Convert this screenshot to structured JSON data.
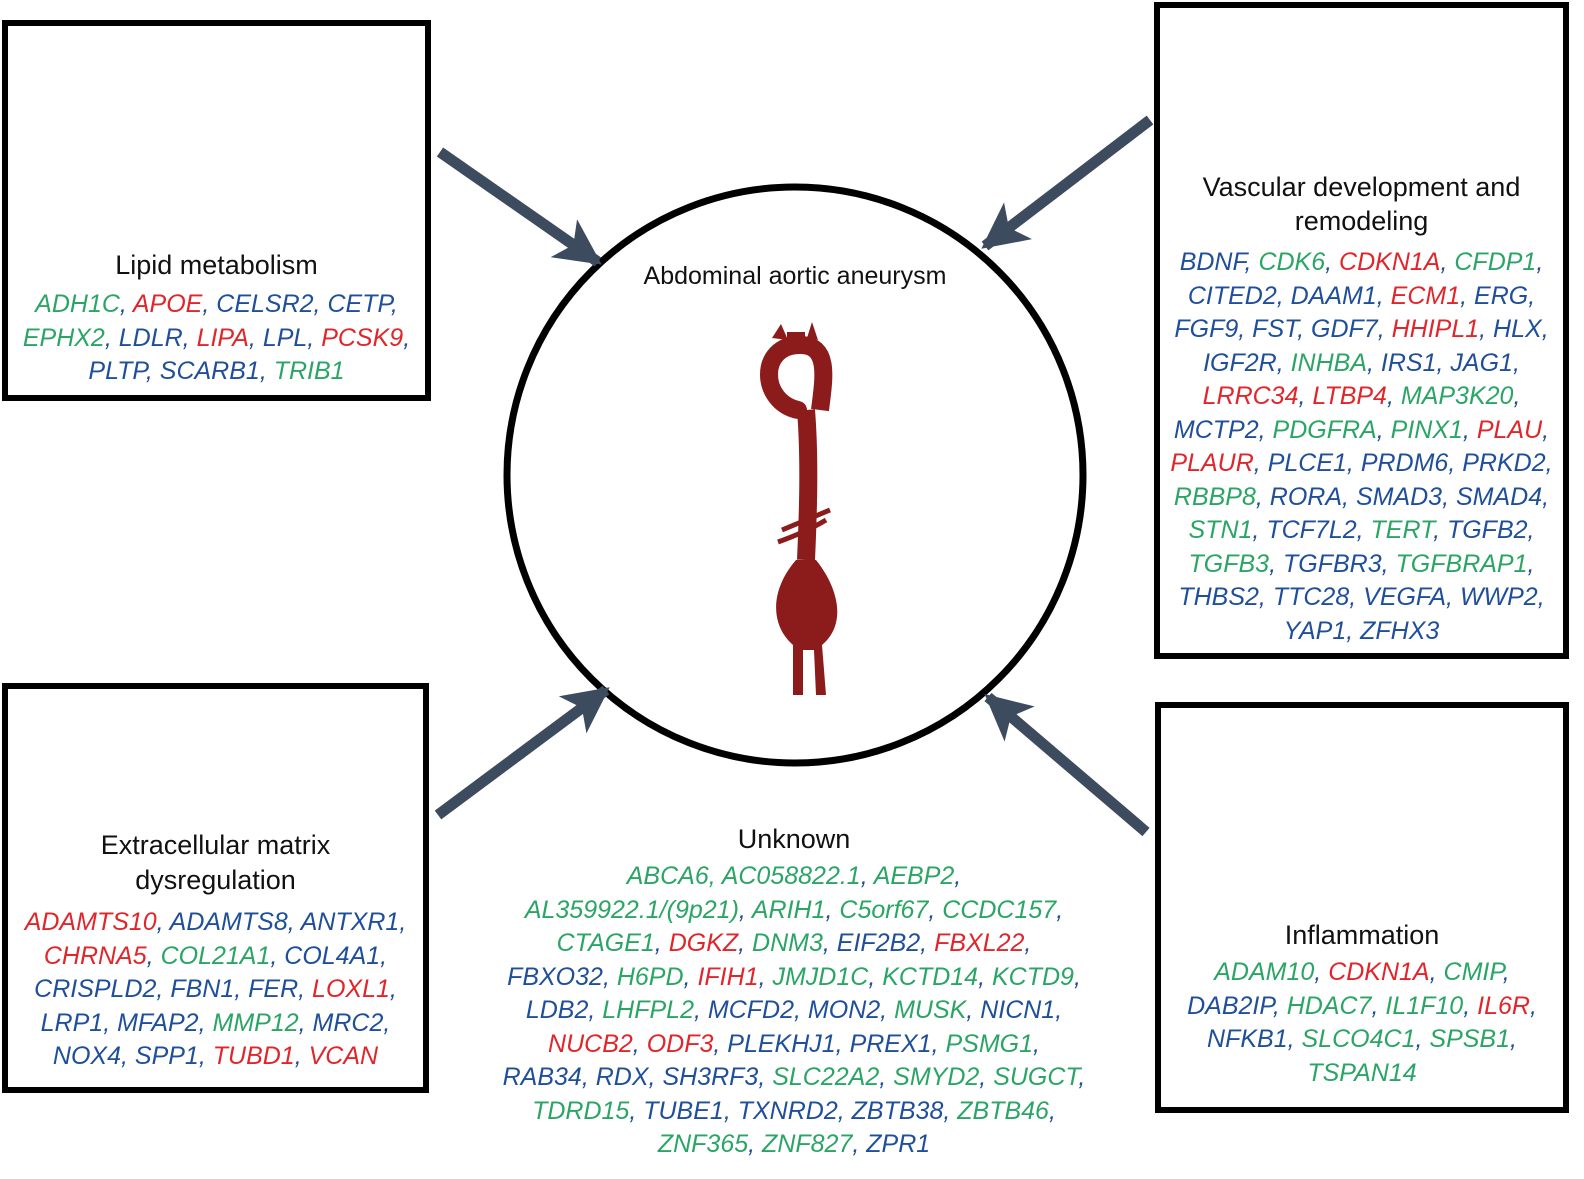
{
  "center": {
    "label": "Abdominal aortic aneurysm"
  },
  "colors": {
    "blue": "#1f4f9a",
    "red": "#e0262b",
    "green": "#2ba566",
    "arrow": "#3d4b5e",
    "aorta": "#8c1c1c"
  },
  "panels": {
    "lipid": {
      "title": "Lipid metabolism",
      "icon": "lipoprotein-icon",
      "lines": [
        [
          [
            "ADH1C",
            "green"
          ],
          [
            "APOE",
            "red"
          ],
          [
            "CELSR2",
            "blue"
          ],
          [
            "CETP",
            "blue"
          ]
        ],
        [
          [
            "EPHX2",
            "green"
          ],
          [
            "LDLR",
            "blue"
          ],
          [
            "LIPA",
            "red"
          ],
          [
            "LPL",
            "blue"
          ],
          [
            "PCSK9",
            "red"
          ]
        ],
        [
          [
            "PLTP",
            "blue"
          ],
          [
            "SCARB1",
            "blue"
          ],
          [
            "TRIB1",
            "green"
          ]
        ]
      ]
    },
    "vascular": {
      "title_lines": [
        "Vascular development and",
        "remodeling"
      ],
      "icon": "blood-vessel-cross-section-icon",
      "lines": [
        [
          [
            "BDNF",
            "blue"
          ],
          [
            "CDK6",
            "green"
          ],
          [
            "CDKN1A",
            "red"
          ],
          [
            "CFDP1",
            "green"
          ]
        ],
        [
          [
            "CITED2",
            "blue"
          ],
          [
            "DAAM1",
            "blue"
          ],
          [
            "ECM1",
            "red"
          ],
          [
            "ERG",
            "blue"
          ]
        ],
        [
          [
            "FGF9",
            "blue"
          ],
          [
            "FST",
            "blue"
          ],
          [
            "GDF7",
            "blue"
          ],
          [
            "HHIPL1",
            "red"
          ],
          [
            "HLX",
            "blue"
          ]
        ],
        [
          [
            "IGF2R",
            "blue"
          ],
          [
            "INHBA",
            "green"
          ],
          [
            "IRS1",
            "blue"
          ],
          [
            "JAG1",
            "blue"
          ]
        ],
        [
          [
            "LRRC34",
            "red"
          ],
          [
            "LTBP4",
            "red"
          ],
          [
            "MAP3K20",
            "green"
          ]
        ],
        [
          [
            "MCTP2",
            "blue"
          ],
          [
            "PDGFRA",
            "green"
          ],
          [
            "PINX1",
            "green"
          ],
          [
            "PLAU",
            "red"
          ]
        ],
        [
          [
            "PLAUR",
            "red"
          ],
          [
            "PLCE1",
            "blue"
          ],
          [
            "PRDM6",
            "blue"
          ],
          [
            "PRKD2",
            "blue"
          ]
        ],
        [
          [
            "RBBP8",
            "green"
          ],
          [
            "RORA",
            "blue"
          ],
          [
            "SMAD3",
            "blue"
          ],
          [
            "SMAD4",
            "blue"
          ]
        ],
        [
          [
            "STN1",
            "green"
          ],
          [
            "TCF7L2",
            "blue"
          ],
          [
            "TERT",
            "green"
          ],
          [
            "TGFB2",
            "blue"
          ]
        ],
        [
          [
            "TGFB3",
            "green"
          ],
          [
            "TGFBR3",
            "blue"
          ],
          [
            "TGFBRAP1",
            "green"
          ]
        ],
        [
          [
            "THBS2",
            "blue"
          ],
          [
            "TTC28",
            "blue"
          ],
          [
            "VEGFA",
            "blue"
          ],
          [
            "WWP2",
            "blue"
          ]
        ],
        [
          [
            "YAP1",
            "blue"
          ],
          [
            "ZFHX3",
            "blue"
          ]
        ]
      ]
    },
    "ecm": {
      "title_lines": [
        "Extracellular matrix",
        "dysregulation"
      ],
      "icon": "fibroblast-cell-icon",
      "lines": [
        [
          [
            "ADAMTS10",
            "red"
          ],
          [
            "ADAMTS8",
            "blue"
          ],
          [
            "ANTXR1",
            "blue"
          ]
        ],
        [
          [
            "CHRNA5",
            "red"
          ],
          [
            "COL21A1",
            "green"
          ],
          [
            "COL4A1",
            "blue"
          ]
        ],
        [
          [
            "CRISPLD2",
            "blue"
          ],
          [
            "FBN1",
            "blue"
          ],
          [
            "FER",
            "blue"
          ],
          [
            "LOXL1",
            "red"
          ]
        ],
        [
          [
            "LRP1",
            "blue"
          ],
          [
            "MFAP2",
            "blue"
          ],
          [
            "MMP12",
            "green"
          ],
          [
            "MRC2",
            "blue"
          ]
        ],
        [
          [
            "NOX4",
            "blue"
          ],
          [
            "SPP1",
            "blue"
          ],
          [
            "TUBD1",
            "red"
          ],
          [
            "VCAN",
            "red"
          ]
        ]
      ]
    },
    "inflammation": {
      "title": "Inflammation",
      "icon": "antibody-icon",
      "lines": [
        [
          [
            "ADAM10",
            "green"
          ],
          [
            "CDKN1A",
            "red"
          ],
          [
            "CMIP",
            "green"
          ]
        ],
        [
          [
            "DAB2IP",
            "blue"
          ],
          [
            "HDAC7",
            "green"
          ],
          [
            "IL1F10",
            "green"
          ],
          [
            "IL6R",
            "red"
          ]
        ],
        [
          [
            "NFKB1",
            "blue"
          ],
          [
            "SLCO4C1",
            "green"
          ],
          [
            "SPSB1",
            "green"
          ]
        ],
        [
          [
            "TSPAN14",
            "green"
          ]
        ]
      ]
    },
    "unknown": {
      "title": "Unknown",
      "lines": [
        [
          [
            "ABCA6,",
            "green"
          ],
          [
            "AC058822.1",
            "green"
          ],
          [
            "AEBP2",
            "green"
          ]
        ],
        [
          [
            "AL359922.1/(9p21)",
            "green"
          ],
          [
            "ARIH1",
            "green"
          ],
          [
            "C5orf67",
            "green"
          ],
          [
            "CCDC157",
            "green"
          ]
        ],
        [
          [
            "CTAGE1",
            "green"
          ],
          [
            "DGKZ",
            "red"
          ],
          [
            "DNM3",
            "green"
          ],
          [
            "EIF2B2",
            "blue"
          ],
          [
            "FBXL22",
            "red"
          ]
        ],
        [
          [
            "FBXO32",
            "blue"
          ],
          [
            "H6PD",
            "green"
          ],
          [
            "IFIH1",
            "red"
          ],
          [
            "JMJD1C",
            "green"
          ],
          [
            "KCTD14",
            "green"
          ],
          [
            "KCTD9",
            "green"
          ]
        ],
        [
          [
            "LDB2",
            "blue"
          ],
          [
            "LHFPL2",
            "green"
          ],
          [
            "MCFD2",
            "blue"
          ],
          [
            "MON2",
            "blue"
          ],
          [
            "MUSK",
            "green"
          ],
          [
            "NICN1",
            "blue"
          ]
        ],
        [
          [
            "NUCB2",
            "red"
          ],
          [
            "ODF3",
            "red"
          ],
          [
            "PLEKHJ1",
            "blue"
          ],
          [
            "PREX1",
            "blue"
          ],
          [
            "PSMG1",
            "green"
          ]
        ],
        [
          [
            "RAB34",
            "blue"
          ],
          [
            "RDX",
            "blue"
          ],
          [
            "SH3RF3",
            "blue"
          ],
          [
            "SLC22A2",
            "green"
          ],
          [
            "SMYD2",
            "green"
          ],
          [
            "SUGCT",
            "green"
          ]
        ],
        [
          [
            "TDRD15",
            "green"
          ],
          [
            "TUBE1",
            "blue"
          ],
          [
            "TXNRD2",
            "blue"
          ],
          [
            "ZBTB38",
            "blue"
          ],
          [
            "ZBTB46",
            "green"
          ]
        ],
        [
          [
            "ZNF365",
            "green"
          ],
          [
            "ZNF827",
            "green"
          ],
          [
            "ZPR1",
            "blue"
          ]
        ]
      ]
    }
  }
}
